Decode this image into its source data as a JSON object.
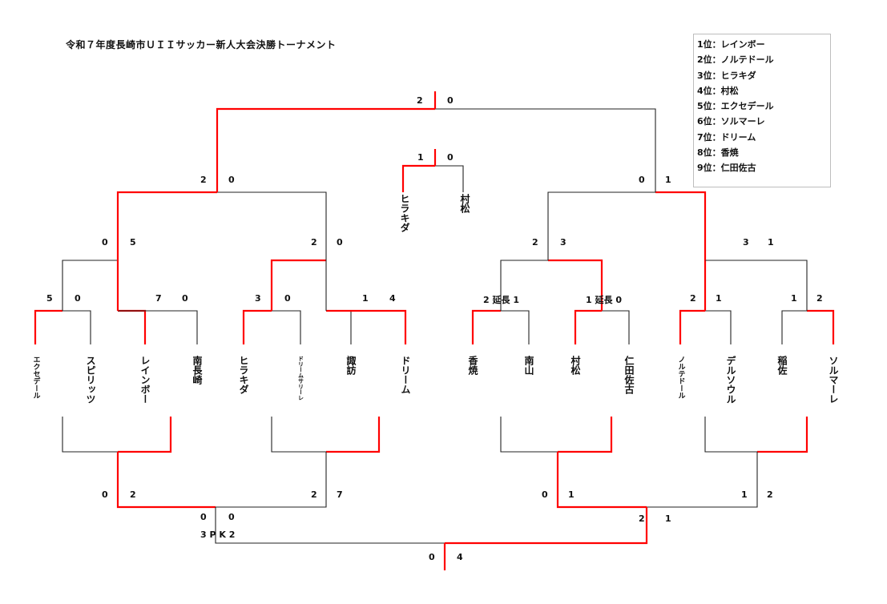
{
  "title": "令和７年度長崎市ＵＩＩサッカー新人大会決勝トーナメント",
  "standings": [
    {
      "rank": "1位",
      "team": "レインボー"
    },
    {
      "rank": "2位",
      "team": "ノルテドール"
    },
    {
      "rank": "3位",
      "team": "ヒラキダ"
    },
    {
      "rank": "4位",
      "team": "村松"
    },
    {
      "rank": "5位",
      "team": "エクセデール"
    },
    {
      "rank": "6位",
      "team": "ソルマーレ"
    },
    {
      "rank": "7位",
      "team": "ドリーム"
    },
    {
      "rank": "8位",
      "team": "香焼"
    },
    {
      "rank": "9位",
      "team": "仁田佐古"
    }
  ],
  "colors": {
    "winner_line": "#ff0000",
    "loser_line": "#222222",
    "text": "#111111",
    "legend_border": "#bdbdbd"
  },
  "teams": [
    "エクセデール",
    "スピリッツ",
    "レインボー",
    "南長崎",
    "ヒラキダ",
    "ドリームサリーレ",
    "諏訪",
    "ドリーム",
    "香焼",
    "南山",
    "村松",
    "仁田佐古",
    "ノルテドール",
    "デルソウル",
    "稲佐",
    "ソルマーレ"
  ],
  "third_place": {
    "teams": [
      "ヒラキダ",
      "村松"
    ],
    "score_left": "1",
    "score_right": "0"
  },
  "scores": {
    "upper_r1": [
      [
        "5",
        "0"
      ],
      [
        "7",
        "0"
      ],
      [
        "3",
        "0"
      ],
      [
        "1",
        "4"
      ],
      [
        "2 延長 1",
        ""
      ],
      [
        "1 延長 0",
        ""
      ],
      [
        "2",
        "1"
      ],
      [
        "1",
        "2"
      ]
    ],
    "upper_r2": [
      [
        "0",
        "5"
      ],
      [
        "2",
        "0"
      ],
      [
        "2",
        "3"
      ],
      [
        "3",
        "1"
      ]
    ],
    "upper_r3": [
      [
        "2",
        "0"
      ],
      [
        "0",
        "1"
      ]
    ],
    "upper_final": [
      "2",
      "0"
    ],
    "lower_r1": [
      [
        "0",
        "2"
      ],
      [
        "2",
        "7"
      ],
      [
        "0",
        "1"
      ],
      [
        "1",
        "2"
      ]
    ],
    "lower_r2_left": [
      "0",
      "0"
    ],
    "lower_r2_left_pk": "3 P K 2",
    "lower_r2_right": [
      "2",
      "1"
    ],
    "lower_final": [
      "0",
      "4"
    ]
  }
}
